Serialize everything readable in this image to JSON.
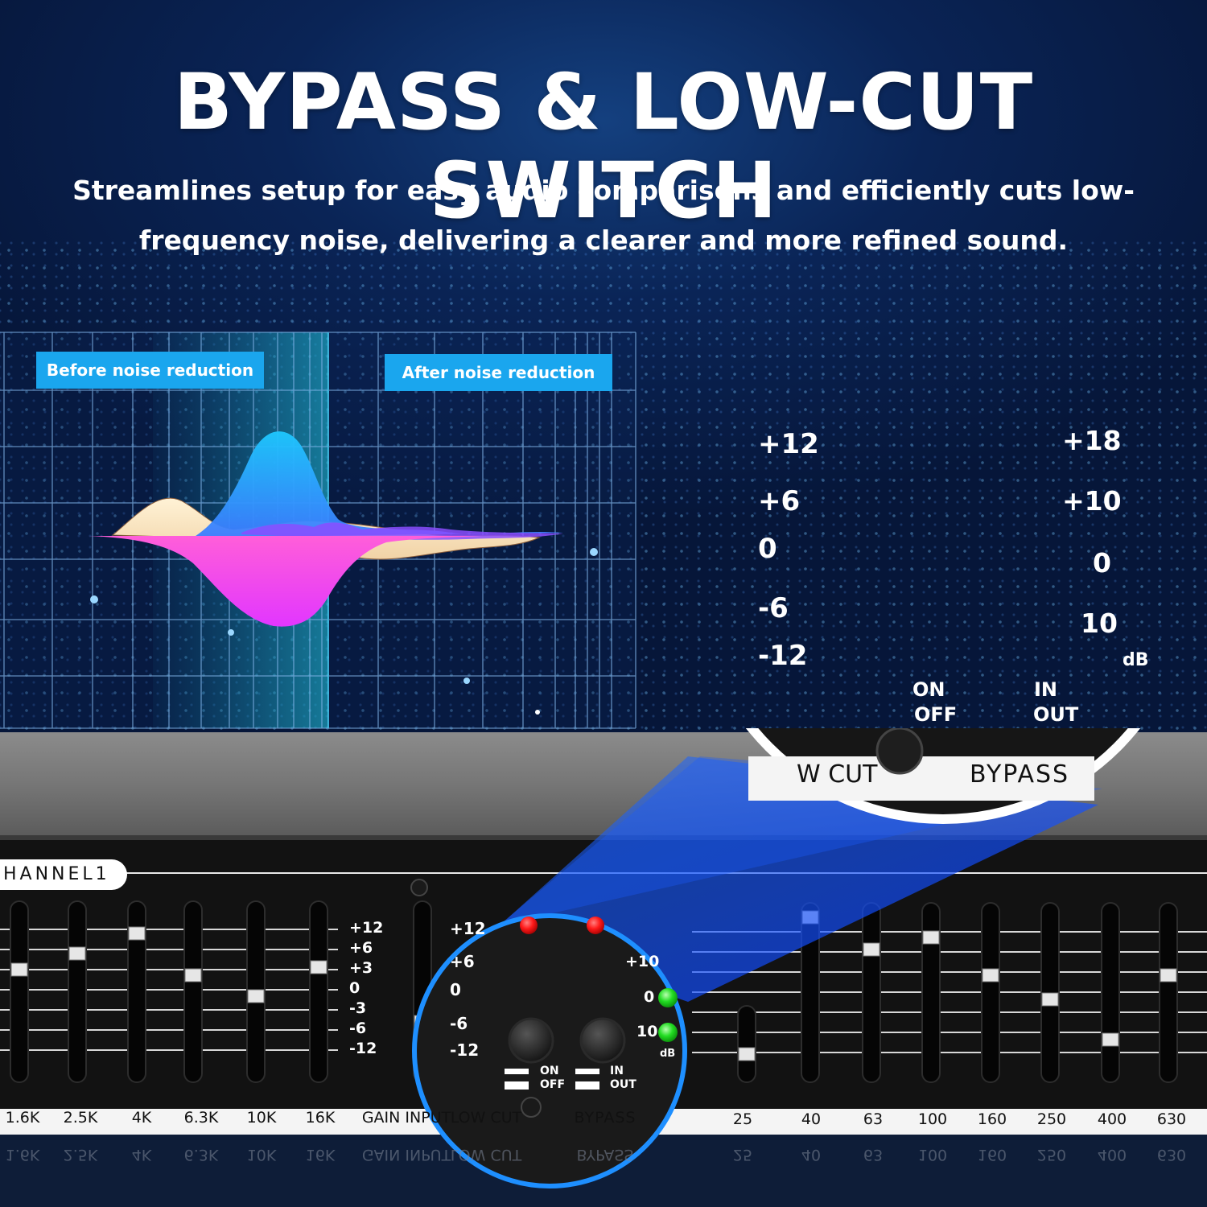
{
  "headline": "BYPASS & LOW-CUT SWITCH",
  "subline": "Streamlines setup for easy audio comparisons and efficiently cuts low-frequency noise, delivering a clearer and more refined sound.",
  "graph": {
    "before_label": "Before noise reduction",
    "after_label": "After noise reduction"
  },
  "device": {
    "channel_label": "HANNEL1",
    "left_scale": [
      "+12",
      "+6",
      "+3",
      "0",
      "-3",
      "-6",
      "-12"
    ],
    "left_freqs": [
      "1.6K",
      "2.5K",
      "4K",
      "6.3K",
      "10K",
      "16K"
    ],
    "section_labels": {
      "gain_input": "GAIN INPUT",
      "low_cut": "LOW CUT",
      "bypass": "BYPASS"
    },
    "right_freqs": [
      "25",
      "40",
      "63",
      "100",
      "160",
      "250",
      "400",
      "630"
    ]
  },
  "small_zoom": {
    "scale": [
      "+12",
      "+6",
      "0",
      "-6",
      "-12"
    ],
    "meter": [
      "+10",
      "0",
      "10"
    ],
    "meter_unit": "dB",
    "switch_low_cut": [
      "ON",
      "OFF"
    ],
    "switch_bypass": [
      "IN",
      "OUT"
    ]
  },
  "big_zoom": {
    "scale": [
      "+12",
      "+6",
      "0",
      "-6",
      "-12"
    ],
    "meter": [
      "+18",
      "+10",
      "0",
      "10"
    ],
    "meter_unit": "dB",
    "switch_low_cut": [
      "ON",
      "OFF"
    ],
    "switch_bypass": [
      "IN",
      "OUT"
    ],
    "low_cut_label": "W CUT",
    "bypass_label": "BYPASS"
  },
  "colors": {
    "accent_blue": "#1aa6ee",
    "led_red": "#ff1a1a",
    "led_green": "#22dd22",
    "panel_black": "#121212"
  }
}
